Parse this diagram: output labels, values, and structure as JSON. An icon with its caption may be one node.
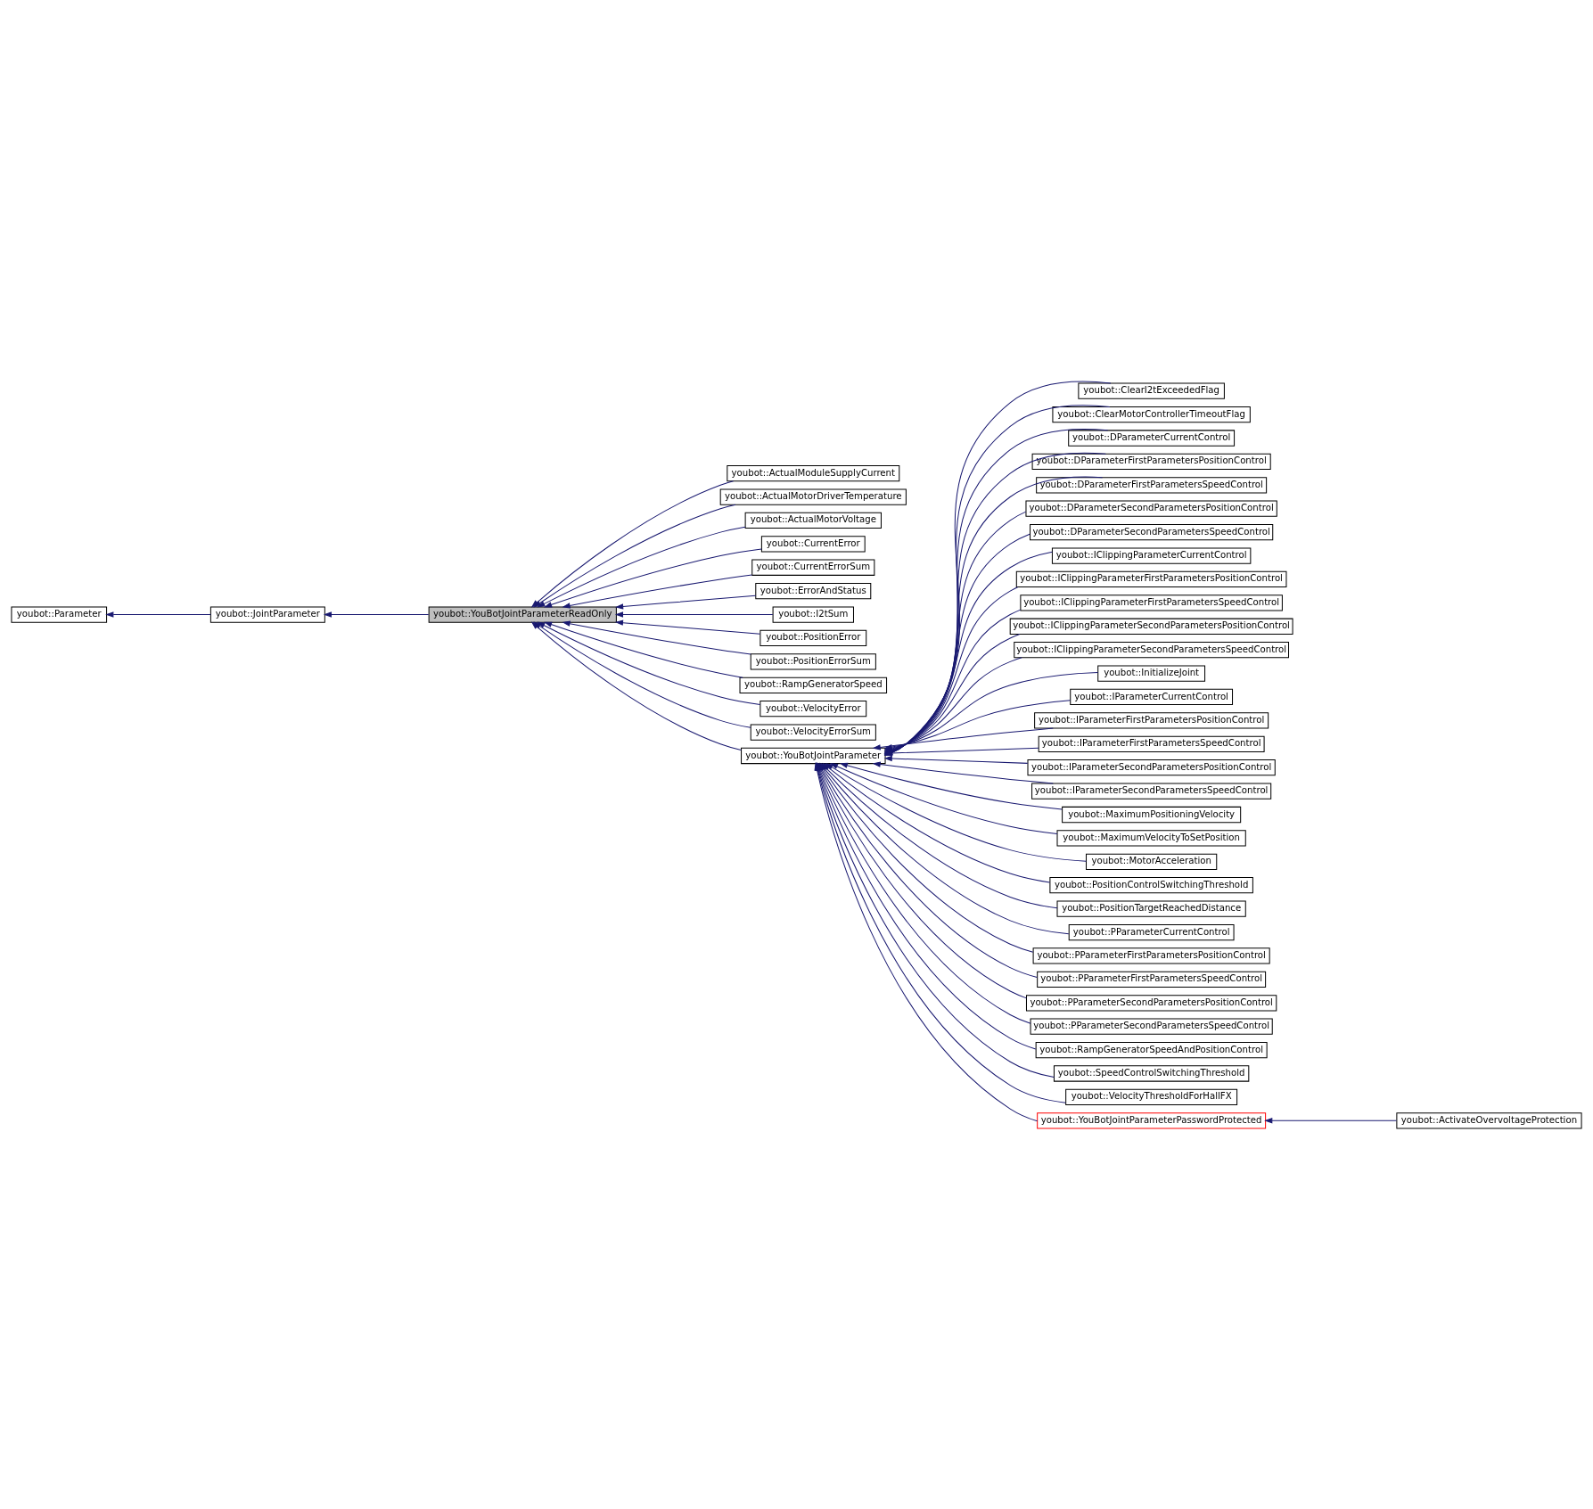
{
  "diagram": {
    "nodes": [
      {
        "text": [
          "youbot::Parameter"
        ]
      },
      {
        "text": [
          "youbot::JointParameter"
        ]
      },
      {
        "text": [
          "youbot::YouBotJointParameterReadOnly"
        ]
      },
      {
        "text": [
          "youbot::ActualModuleSupplyCurrent"
        ]
      },
      {
        "text": [
          "youbot::ActualMotorDriverTemperature"
        ]
      },
      {
        "text": [
          "youbot::ActualMotorVoltage"
        ]
      },
      {
        "text": [
          "youbot::CurrentError"
        ]
      },
      {
        "text": [
          "youbot::CurrentErrorSum"
        ]
      },
      {
        "text": [
          "youbot::ErrorAndStatus"
        ]
      },
      {
        "text": [
          "youbot::I2tSum"
        ]
      },
      {
        "text": [
          "youbot::PositionError"
        ]
      },
      {
        "text": [
          "youbot::PositionErrorSum"
        ]
      },
      {
        "text": [
          "youbot::RampGeneratorSpeed"
        ]
      },
      {
        "text": [
          "youbot::VelocityError"
        ]
      },
      {
        "text": [
          "youbot::VelocityErrorSum"
        ]
      },
      {
        "text": [
          "youbot::YouBotJointParameter"
        ]
      },
      {
        "text": [
          "youbot::ClearI2tExceededFlag"
        ]
      },
      {
        "text": [
          "youbot::ClearMotorControllerTimeoutFlag"
        ]
      },
      {
        "text": [
          "youbot::DParameterCurrentControl"
        ]
      },
      {
        "text": [
          "youbot::DParameterFirstParametersPositionControl"
        ]
      },
      {
        "text": [
          "youbot::DParameterFirstParametersSpeedControl"
        ]
      },
      {
        "text": [
          "youbot::DParameterSecondParametersPositionControl"
        ]
      },
      {
        "text": [
          "youbot::DParameterSecondParametersSpeedControl"
        ]
      },
      {
        "text": [
          "youbot::IClippingParameterCurrentControl"
        ]
      },
      {
        "text": [
          "youbot::IClippingParameterFirstParametersPositionControl"
        ]
      },
      {
        "text": [
          "youbot::IClippingParameterFirstParametersSpeedControl"
        ]
      },
      {
        "text": [
          "youbot::IClippingParameterSecondParametersPositionControl"
        ]
      },
      {
        "text": [
          "youbot::IClippingParameterSecondParametersSpeedControl"
        ]
      },
      {
        "text": [
          "youbot::InitializeJoint"
        ]
      },
      {
        "text": [
          "youbot::IParameterCurrentControl"
        ]
      },
      {
        "text": [
          "youbot::IParameterFirstParametersPositionControl"
        ]
      },
      {
        "text": [
          "youbot::IParameterFirstParametersSpeedControl"
        ]
      },
      {
        "text": [
          "youbot::IParameterSecondParametersPositionControl"
        ]
      },
      {
        "text": [
          "youbot::IParameterSecondParametersSpeedControl"
        ]
      },
      {
        "text": [
          "youbot::MaximumPositioningVelocity"
        ]
      },
      {
        "text": [
          "youbot::MaximumVelocityToSetPosition"
        ]
      },
      {
        "text": [
          "youbot::MotorAcceleration"
        ]
      },
      {
        "text": [
          "youbot::PositionControlSwitchingThreshold"
        ]
      },
      {
        "text": [
          "youbot::PositionTargetReachedDistance"
        ]
      },
      {
        "text": [
          "youbot::PParameterCurrentControl"
        ]
      },
      {
        "text": [
          "youbot::PParameterFirstParametersPositionControl"
        ]
      },
      {
        "text": [
          "youbot::PParameterFirstParametersSpeedControl"
        ]
      },
      {
        "text": [
          "youbot::PParameterSecondParametersPositionControl"
        ]
      },
      {
        "text": [
          "youbot::PParameterSecondParametersSpeedControl"
        ]
      },
      {
        "text": [
          "youbot::RampGeneratorSpeedAndPositionControl"
        ]
      },
      {
        "text": [
          "youbot::SpeedControlSwitchingThreshold"
        ]
      },
      {
        "text": [
          "youbot::VelocityThresholdForHallFX"
        ]
      },
      {
        "text": [
          "youbot::YouBotJointParameterPasswordProtected"
        ]
      },
      {
        "text": [
          "youbot::ActivateOvervoltageProtection"
        ]
      }
    ],
    "edges": [
      {
        "from": 1,
        "to": 0,
        "arrow": "to"
      },
      {
        "from": 2,
        "to": 1,
        "arrow": "to"
      },
      {
        "from": 3,
        "to": 2,
        "arrow": "to"
      },
      {
        "from": 4,
        "to": 2,
        "arrow": "to"
      },
      {
        "from": 5,
        "to": 2,
        "arrow": "to"
      },
      {
        "from": 6,
        "to": 2,
        "arrow": "to"
      },
      {
        "from": 7,
        "to": 2,
        "arrow": "to"
      },
      {
        "from": 8,
        "to": 2,
        "arrow": "to"
      },
      {
        "from": 9,
        "to": 2,
        "arrow": "to"
      },
      {
        "from": 10,
        "to": 2,
        "arrow": "to"
      },
      {
        "from": 11,
        "to": 2,
        "arrow": "to"
      },
      {
        "from": 12,
        "to": 2,
        "arrow": "to"
      },
      {
        "from": 13,
        "to": 2,
        "arrow": "to"
      },
      {
        "from": 14,
        "to": 2,
        "arrow": "to"
      },
      {
        "from": 15,
        "to": 2,
        "arrow": "to"
      },
      {
        "from": 16,
        "to": 15,
        "arrow": "to"
      },
      {
        "from": 17,
        "to": 15,
        "arrow": "to"
      },
      {
        "from": 18,
        "to": 15,
        "arrow": "to"
      },
      {
        "from": 19,
        "to": 15,
        "arrow": "to"
      },
      {
        "from": 20,
        "to": 15,
        "arrow": "to"
      },
      {
        "from": 21,
        "to": 15,
        "arrow": "to"
      },
      {
        "from": 22,
        "to": 15,
        "arrow": "to"
      },
      {
        "from": 23,
        "to": 15,
        "arrow": "to"
      },
      {
        "from": 24,
        "to": 15,
        "arrow": "to"
      },
      {
        "from": 25,
        "to": 15,
        "arrow": "to"
      },
      {
        "from": 26,
        "to": 15,
        "arrow": "to"
      },
      {
        "from": 27,
        "to": 15,
        "arrow": "to"
      },
      {
        "from": 28,
        "to": 15,
        "arrow": "to"
      },
      {
        "from": 29,
        "to": 15,
        "arrow": "to"
      },
      {
        "from": 30,
        "to": 15,
        "arrow": "to"
      },
      {
        "from": 31,
        "to": 15,
        "arrow": "to"
      },
      {
        "from": 32,
        "to": 15,
        "arrow": "to"
      },
      {
        "from": 33,
        "to": 15,
        "arrow": "to"
      },
      {
        "from": 34,
        "to": 15,
        "arrow": "to"
      },
      {
        "from": 35,
        "to": 15,
        "arrow": "to"
      },
      {
        "from": 36,
        "to": 15,
        "arrow": "to"
      },
      {
        "from": 37,
        "to": 15,
        "arrow": "to"
      },
      {
        "from": 38,
        "to": 15,
        "arrow": "to"
      },
      {
        "from": 39,
        "to": 15,
        "arrow": "to"
      },
      {
        "from": 40,
        "to": 15,
        "arrow": "to"
      },
      {
        "from": 41,
        "to": 15,
        "arrow": "to"
      },
      {
        "from": 42,
        "to": 15,
        "arrow": "to"
      },
      {
        "from": 43,
        "to": 15,
        "arrow": "to"
      },
      {
        "from": 44,
        "to": 15,
        "arrow": "to"
      },
      {
        "from": 45,
        "to": 15,
        "arrow": "to"
      },
      {
        "from": 46,
        "to": 15,
        "arrow": "to"
      },
      {
        "from": 47,
        "to": 15,
        "arrow": "to"
      },
      {
        "from": 48,
        "to": 47,
        "arrow": "to"
      }
    ]
  }
}
